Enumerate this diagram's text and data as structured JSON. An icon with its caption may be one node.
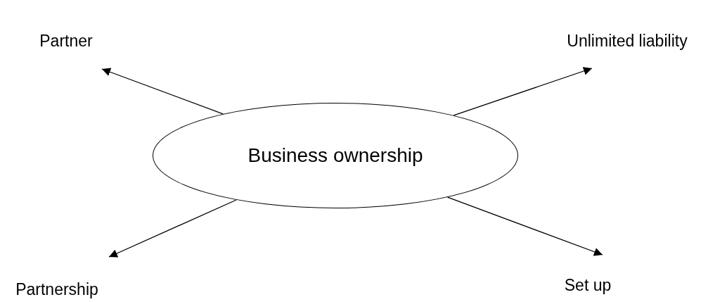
{
  "diagram": {
    "nodes": [
      {
        "text": [
          "Business ownership"
        ]
      },
      {
        "text": [
          "Partner"
        ]
      },
      {
        "text": [
          "Unlimited liability"
        ]
      },
      {
        "text": [
          "Partnership"
        ]
      },
      {
        "text": [
          "Set up"
        ]
      }
    ],
    "edges": [
      {
        "from": 0,
        "to": 1,
        "arrow": "to"
      },
      {
        "from": 0,
        "to": 2,
        "arrow": "to"
      },
      {
        "from": 0,
        "to": 3,
        "arrow": "to"
      },
      {
        "from": 0,
        "to": 4,
        "arrow": "to"
      }
    ]
  }
}
